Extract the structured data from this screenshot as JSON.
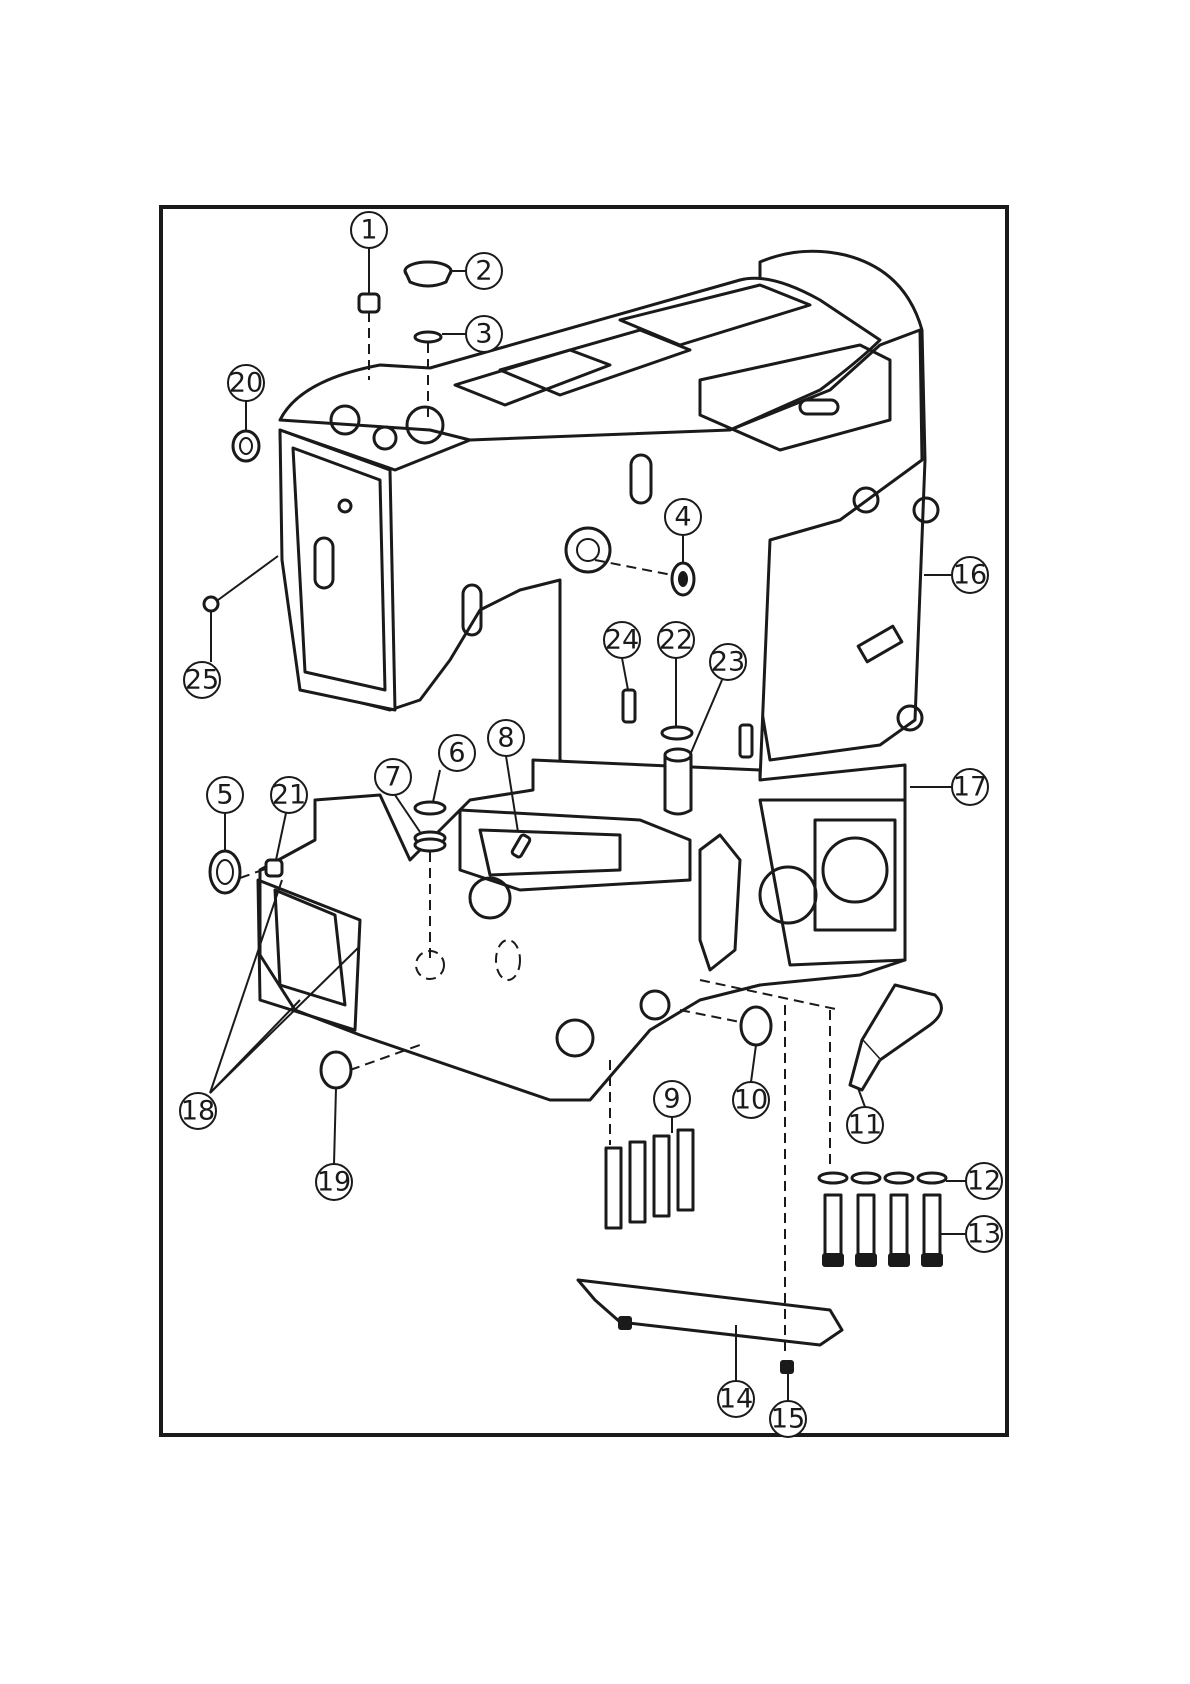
{
  "callouts": [
    {
      "label": "1"
    },
    {
      "label": "2"
    },
    {
      "label": "3"
    },
    {
      "label": "4"
    },
    {
      "label": "5"
    },
    {
      "label": "6"
    },
    {
      "label": "7"
    },
    {
      "label": "8"
    },
    {
      "label": "9"
    },
    {
      "label": "10"
    },
    {
      "label": "11"
    },
    {
      "label": "12"
    },
    {
      "label": "13"
    },
    {
      "label": "14"
    },
    {
      "label": "15"
    },
    {
      "label": "16"
    },
    {
      "label": "17"
    },
    {
      "label": "18"
    },
    {
      "label": "19"
    },
    {
      "label": "20"
    },
    {
      "label": "21"
    },
    {
      "label": "22"
    },
    {
      "label": "23"
    },
    {
      "label": "24"
    },
    {
      "label": "25"
    }
  ]
}
